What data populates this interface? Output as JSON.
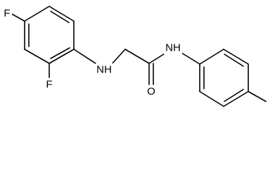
{
  "molecule": {
    "atoms": [
      {
        "label": "F"
      },
      {
        "label": "F"
      },
      {
        "label": "NH"
      },
      {
        "label": "O"
      },
      {
        "label": "NH"
      }
    ]
  }
}
